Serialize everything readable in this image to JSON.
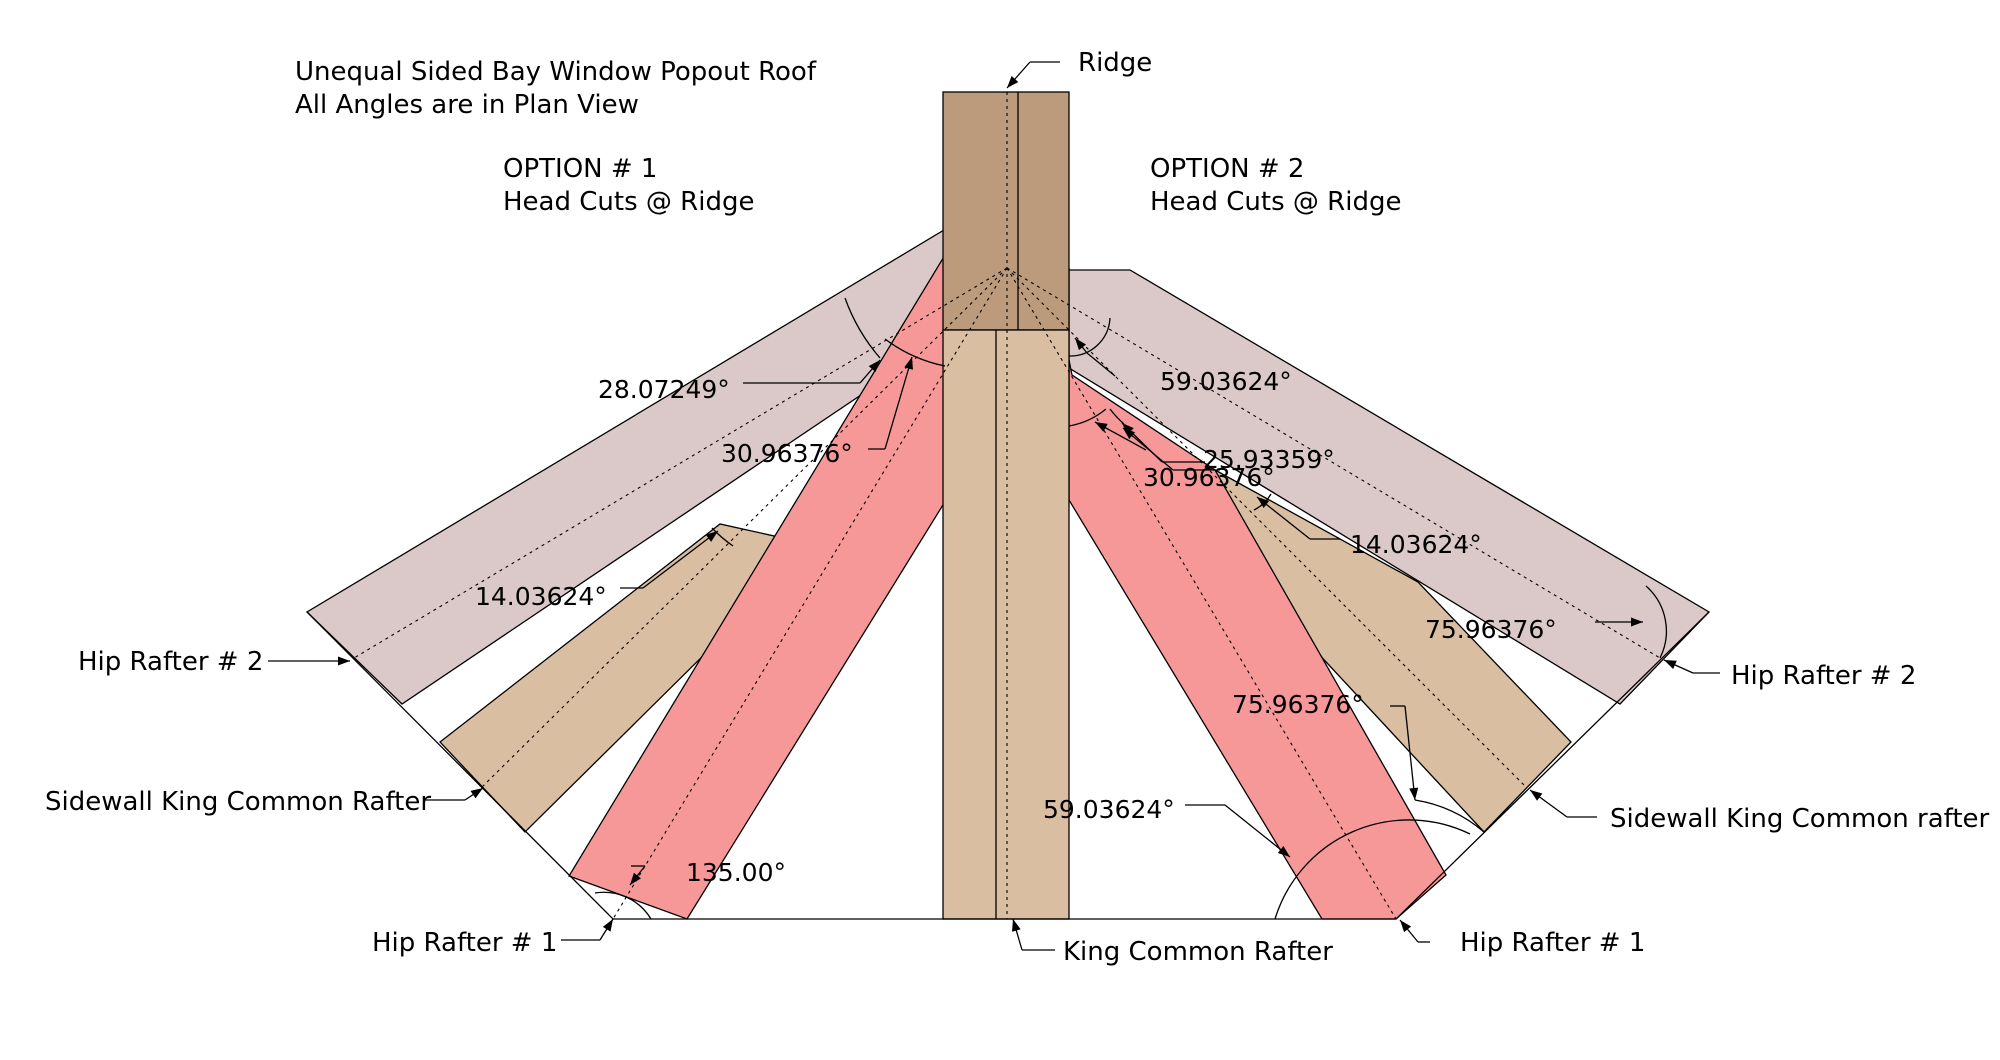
{
  "title": {
    "line1": "Unequal Sided Bay Window Popout Roof",
    "line2": "All Angles are in Plan View"
  },
  "option1": {
    "line1": "OPTION # 1",
    "line2": "Head Cuts @ Ridge"
  },
  "option2": {
    "line1": "OPTION # 2",
    "line2": "Head Cuts @ Ridge"
  },
  "labels": {
    "ridge": "Ridge",
    "king_common_rafter": "King Common Rafter",
    "hip_rafter_2_left": "Hip Rafter # 2",
    "sidewall_king_common_left": "Sidewall King Common Rafter",
    "hip_rafter_1_left": "Hip Rafter # 1",
    "hip_rafter_2_right": "Hip Rafter # 2",
    "sidewall_king_common_right": "Sidewall King Common rafter",
    "hip_rafter_1_right": "Hip Rafter # 1"
  },
  "angles": {
    "left_28": "28.07249°",
    "left_30": "30.96376°",
    "left_14": "14.03624°",
    "left_135": "135.00°",
    "right_59_top": "59.03624°",
    "right_25": "25.93359°",
    "right_30": "30.96376°",
    "right_14": "14.03624°",
    "right_75_hip2": "75.96376°",
    "right_75_low": "75.96376°",
    "right_59_low": "59.03624°"
  },
  "colors": {
    "ridge": "#bb9b7b",
    "king_common": "#d9bea2",
    "sidewall_common": "#d9bea2",
    "hip_rafter_1": "#f79898",
    "hip_rafter_2": "#dbc9c9",
    "line": "#000000"
  }
}
